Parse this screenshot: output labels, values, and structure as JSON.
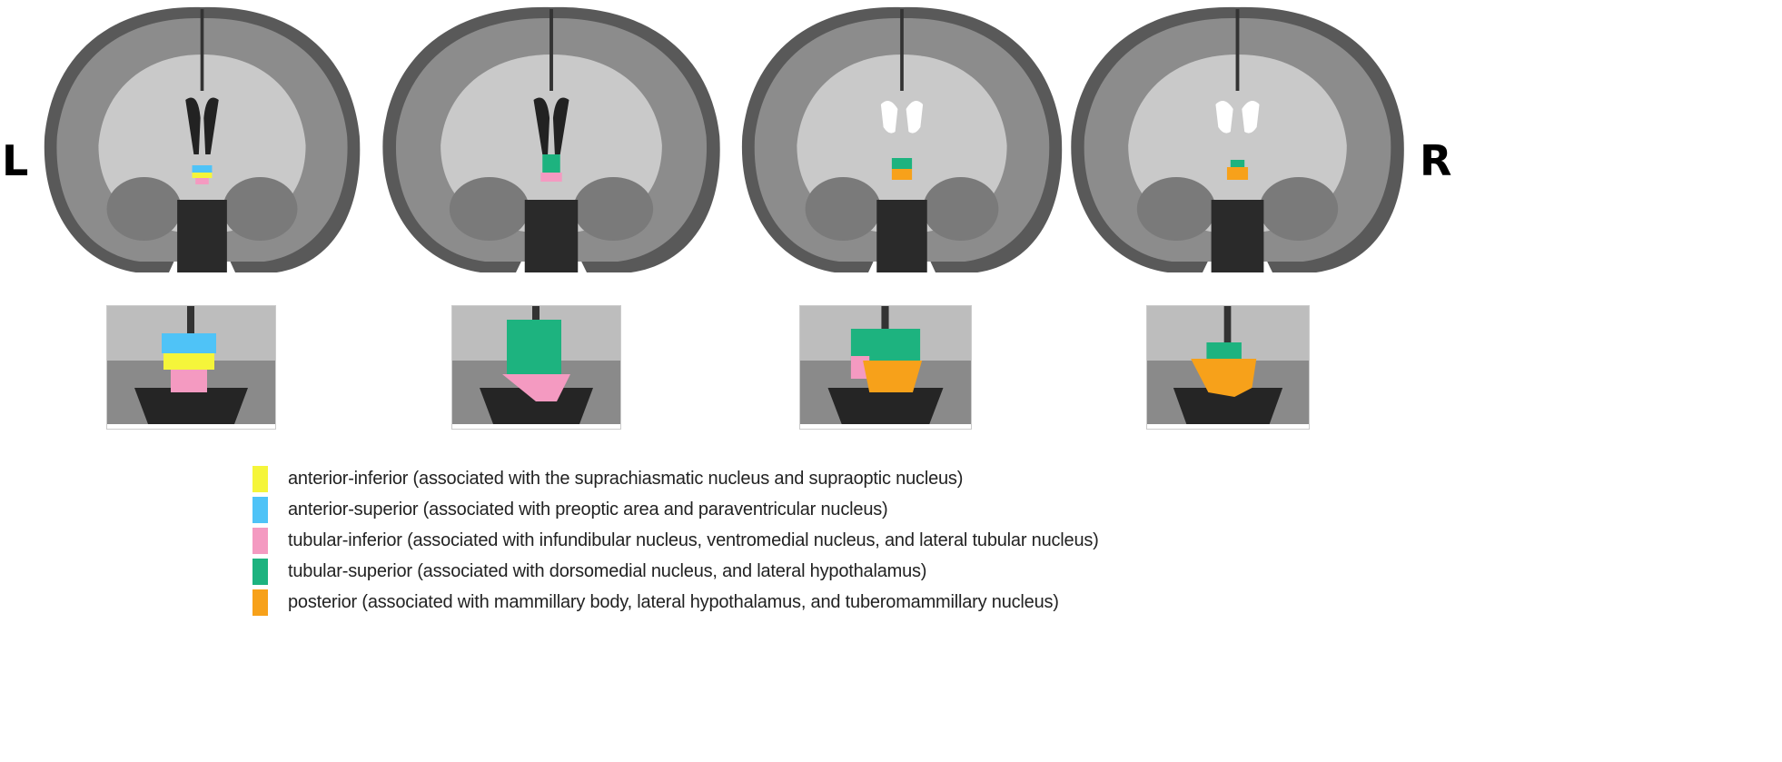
{
  "orientation": {
    "left": "L",
    "right": "R"
  },
  "colors": {
    "anterior_inferior": "#f5f53a",
    "anterior_superior": "#4fc3f7",
    "tubular_inferior": "#f49ac1",
    "tubular_superior": "#1db37f",
    "posterior": "#f7a11a"
  },
  "slices": [
    {
      "regions": [
        "anterior_superior",
        "anterior_inferior",
        "tubular_inferior"
      ]
    },
    {
      "regions": [
        "tubular_superior",
        "tubular_inferior"
      ]
    },
    {
      "regions": [
        "tubular_superior",
        "posterior",
        "tubular_inferior"
      ]
    },
    {
      "regions": [
        "tubular_superior",
        "posterior"
      ]
    }
  ],
  "legend": [
    {
      "color": "#f5f53a",
      "label": "anterior-inferior (associated with the suprachiasmatic nucleus and supraoptic nucleus)"
    },
    {
      "color": "#4fc3f7",
      "label": "anterior-superior (associated with preoptic area and paraventricular nucleus)"
    },
    {
      "color": "#f49ac1",
      "label": "tubular-inferior (associated with infundibular nucleus, ventromedial nucleus, and lateral tubular nucleus)"
    },
    {
      "color": "#1db37f",
      "label": "tubular-superior (associated with dorsomedial nucleus, and lateral hypothalamus)"
    },
    {
      "color": "#f7a11a",
      "label": "posterior (associated with mammillary body, lateral hypothalamus, and tuberomammillary nucleus)"
    }
  ]
}
